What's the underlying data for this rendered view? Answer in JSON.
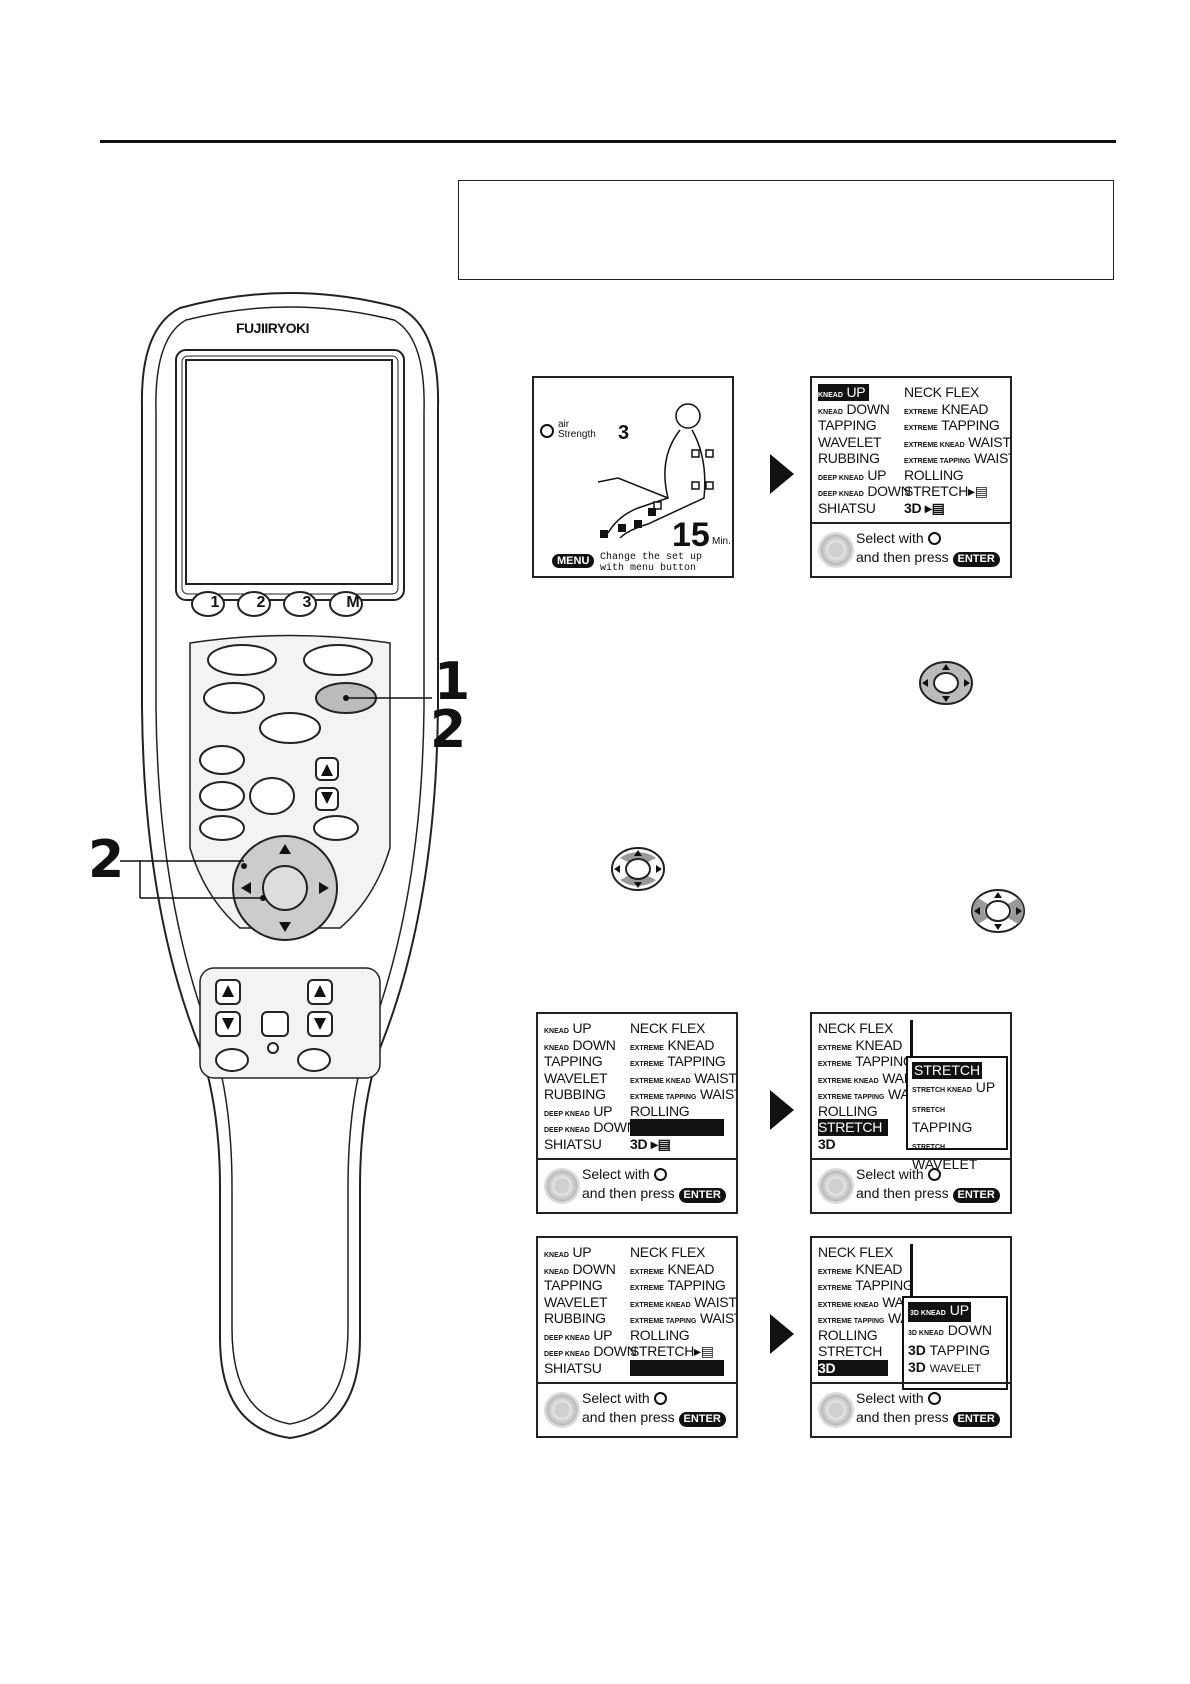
{
  "remote": {
    "brand": "FUJIIRYOKI",
    "preset_buttons": [
      "1",
      "2",
      "3",
      "M"
    ],
    "callouts": {
      "right_top": "1",
      "right_bottom": "2",
      "left": "2"
    }
  },
  "screen_home": {
    "air_label_line1": "air",
    "air_label_line2": "Strength",
    "air_strength": "3",
    "timer_value": "15",
    "timer_unit": "Min.",
    "menu_badge": "MENU",
    "hint_line1": "Change the set up",
    "hint_line2": "with menu button"
  },
  "menu_left": [
    {
      "prefix": "KNEAD",
      "main": "UP"
    },
    {
      "prefix": "KNEAD",
      "main": "DOWN"
    },
    {
      "prefix": "",
      "main": "TAPPING"
    },
    {
      "prefix": "",
      "main": "WAVELET"
    },
    {
      "prefix": "",
      "main": "RUBBING"
    },
    {
      "prefix": "DEEP KNEAD",
      "main": "UP"
    },
    {
      "prefix": "DEEP KNEAD",
      "main": "DOWN"
    },
    {
      "prefix": "",
      "main": "SHIATSU"
    }
  ],
  "menu_right": [
    {
      "prefix": "",
      "main": "NECK FLEX"
    },
    {
      "prefix": "EXTREME",
      "main": "KNEAD"
    },
    {
      "prefix": "EXTREME",
      "main": "TAPPING"
    },
    {
      "prefix": "EXTREME KNEAD",
      "main": "WAIST"
    },
    {
      "prefix": "EXTREME TAPPING",
      "main": "WAIST"
    },
    {
      "prefix": "",
      "main": "ROLLING"
    },
    {
      "prefix": "",
      "main": "STRETCH▸▤"
    },
    {
      "prefix": "",
      "main": "3D  ▸▤"
    }
  ],
  "footer": {
    "line1": "Select with",
    "line2": "and then press",
    "enter": "ENTER"
  },
  "popup_stretch": [
    {
      "prefix": "",
      "main": "STRETCH"
    },
    {
      "prefix": "STRETCH KNEAD",
      "main": "UP"
    },
    {
      "prefix": "STRETCH",
      "main": "TAPPING"
    },
    {
      "prefix": "STRETCH",
      "main": "WAVELET"
    }
  ],
  "popup_3d": [
    {
      "prefix": "3D KNEAD",
      "main": "UP"
    },
    {
      "prefix": "3D KNEAD",
      "main": "DOWN"
    },
    {
      "prefix": "3D",
      "main": "TAPPING"
    },
    {
      "prefix": "3D",
      "main": "WAVELET"
    }
  ],
  "scrolled_left": [
    {
      "prefix": "",
      "main": "NECK FLEX"
    },
    {
      "prefix": "EXTREME",
      "main": "KNEAD"
    },
    {
      "prefix": "EXTREME",
      "main": "TAPPING"
    },
    {
      "prefix": "EXTREME KNEAD",
      "main": "WAIST"
    },
    {
      "prefix": "EXTREME TAPPING",
      "main": "WAIST"
    },
    {
      "prefix": "",
      "main": "ROLLING"
    },
    {
      "prefix": "",
      "main": "STRETCH"
    },
    {
      "prefix": "",
      "main": "3D"
    }
  ]
}
